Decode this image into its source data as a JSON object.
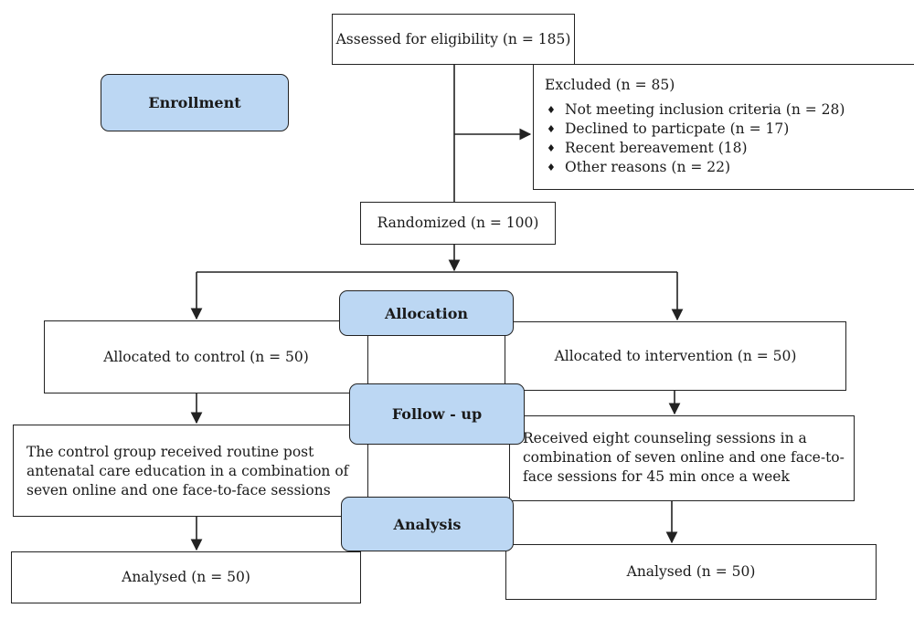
{
  "stages": {
    "enrollment": "Enrollment",
    "allocation": "Allocation",
    "follow_up": "Follow - up",
    "analysis": "Analysis"
  },
  "boxes": {
    "assessed": "Assessed for eligibility (n = 185)",
    "excluded_title": "Excluded (n = 85)",
    "excluded_reasons": [
      "Not meeting inclusion criteria (n = 28)",
      "Declined to particpate (n = 17)",
      "Recent bereavement (18)",
      "Other reasons (n = 22)"
    ],
    "randomized": "Randomized (n = 100)",
    "allocated_control": "Allocated to control (n = 50)",
    "allocated_intervention": "Allocated to intervention (n = 50)",
    "control_followup": "The control group received routine post antenatal care education in a combination of seven online and one face-to-face sessions",
    "intervention_followup": "Received eight counseling sessions in a combination of seven online and one face-to-face sessions for 45 min once a week",
    "analysed_control": "Analysed (n = 50)",
    "analysed_intervention": "Analysed (n = 50)"
  }
}
